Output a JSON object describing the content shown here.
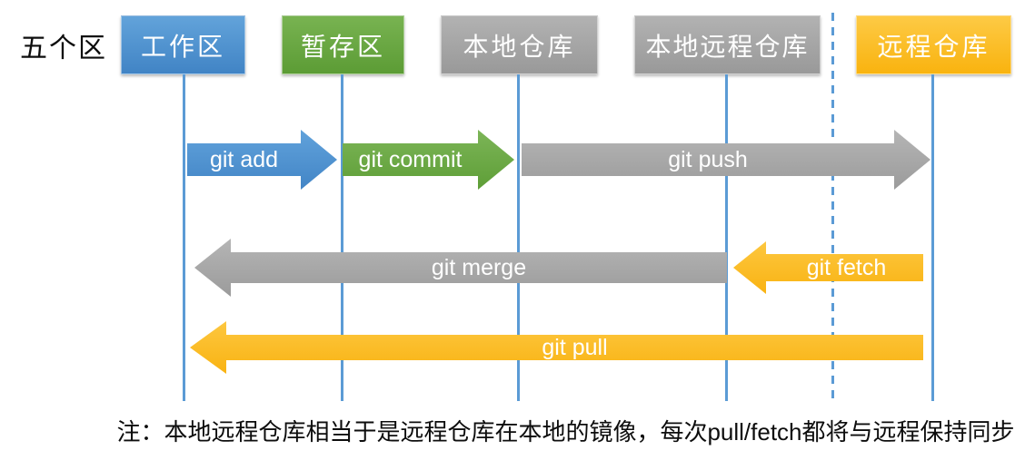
{
  "diagram": {
    "title": "五个区",
    "note": "注：本地远程仓库相当于是远程仓库在本地的镜像，每次pull/fetch都将与远程保持同步"
  },
  "areas": [
    {
      "label": "工作区",
      "color": "#4f93d0"
    },
    {
      "label": "暂存区",
      "color": "#6bab44"
    },
    {
      "label": "本地仓库",
      "color": "#a6a6a6"
    },
    {
      "label": "本地远程仓库",
      "color": "#a6a6a6"
    },
    {
      "label": "远程仓库",
      "color": "#fbbd1b"
    }
  ],
  "commands": [
    {
      "label": "git add",
      "color": "#4f93d0",
      "direction": "right"
    },
    {
      "label": "git commit",
      "color": "#6bab44",
      "direction": "right"
    },
    {
      "label": "git push",
      "color": "#a6a6a6",
      "direction": "right"
    },
    {
      "label": "git merge",
      "color": "#a6a6a6",
      "direction": "left"
    },
    {
      "label": "git fetch",
      "color": "#fbbd1b",
      "direction": "left"
    },
    {
      "label": "git pull",
      "color": "#fbbd1b",
      "direction": "left"
    }
  ],
  "colors": {
    "lifeline": "#5b9bd5",
    "dashed_divider": "#5b9bd5"
  }
}
